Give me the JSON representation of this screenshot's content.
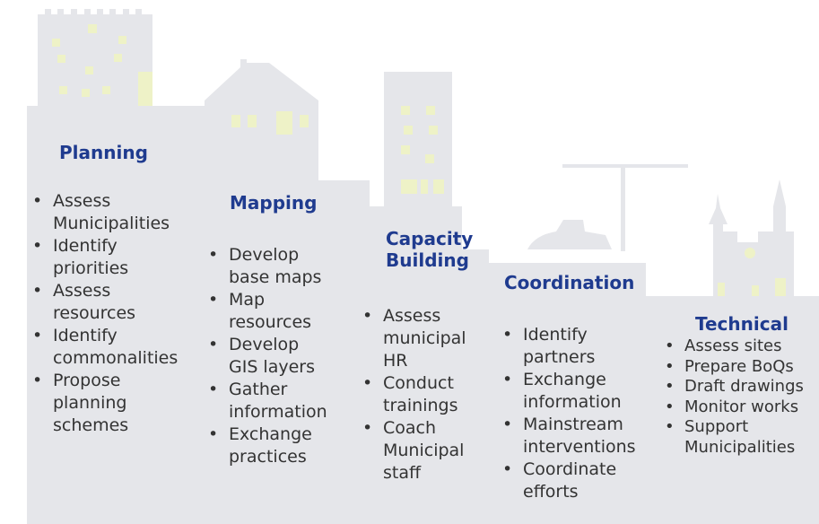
{
  "colors": {
    "building": "#e5e6ea",
    "window": "#eef2c7",
    "heading": "#1f3b8f",
    "text": "#333333"
  },
  "columns": [
    {
      "heading": [
        "Planning"
      ],
      "items": [
        [
          "Assess",
          "Municipalities"
        ],
        [
          "Identify",
          "priorities"
        ],
        [
          "Assess",
          "resources"
        ],
        [
          "Identify",
          "commonalities"
        ],
        [
          "Propose",
          "planning",
          "schemes"
        ]
      ]
    },
    {
      "heading": [
        "Mapping"
      ],
      "items": [
        [
          "Develop",
          "base maps"
        ],
        [
          "Map",
          "resources"
        ],
        [
          "Develop",
          "GIS layers"
        ],
        [
          "Gather",
          "information"
        ],
        [
          "Exchange",
          "practices"
        ]
      ]
    },
    {
      "heading": [
        "Capacity",
        "Building"
      ],
      "items": [
        [
          "Assess",
          "municipal",
          "HR"
        ],
        [
          "Conduct",
          "trainings"
        ],
        [
          "Coach",
          "Municipal",
          "staff"
        ]
      ]
    },
    {
      "heading": [
        "Coordination"
      ],
      "items": [
        [
          "Identify",
          "partners"
        ],
        [
          "Exchange",
          "information"
        ],
        [
          "Mainstream",
          "interventions"
        ],
        [
          "Coordinate",
          "efforts"
        ]
      ]
    },
    {
      "heading": [
        "Technical"
      ],
      "items": [
        [
          "Assess sites"
        ],
        [
          "Prepare BoQs"
        ],
        [
          "Draft drawings"
        ],
        [
          "Monitor works"
        ],
        [
          "Support",
          "Municipalities"
        ]
      ]
    }
  ]
}
